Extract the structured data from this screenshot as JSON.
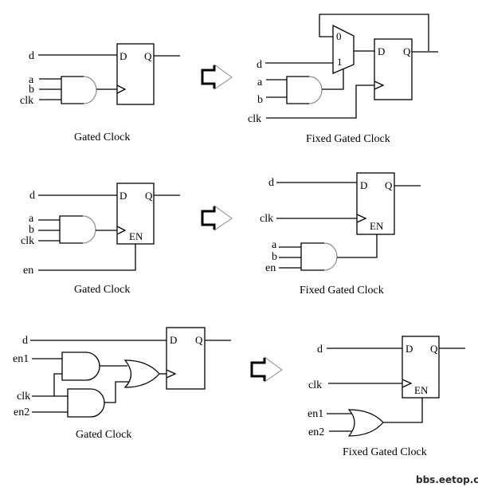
{
  "diagram": {
    "title": "Gated Clock vs Fixed Gated Clock",
    "rows": [
      {
        "left": {
          "caption": "Gated Clock",
          "inputs": [
            "d",
            "a",
            "b",
            "clk"
          ],
          "flop_pins": {
            "d": "D",
            "q": "Q"
          },
          "gates": [
            "AND(a, b, clk) -> clock"
          ]
        },
        "right": {
          "caption": "Fixed Gated Clock",
          "inputs": [
            "d",
            "a",
            "b",
            "clk"
          ],
          "mux_pins": {
            "in0": "0",
            "in1": "1"
          },
          "flop_pins": {
            "d": "D",
            "q": "Q"
          },
          "gates": [
            "AND(a, b) -> mux select",
            "MUX(Q feedback, d) -> D"
          ]
        }
      },
      {
        "left": {
          "caption": "Gated Clock",
          "inputs": [
            "d",
            "a",
            "b",
            "clk",
            "en"
          ],
          "flop_pins": {
            "d": "D",
            "q": "Q",
            "en": "EN"
          },
          "gates": [
            "AND(a, b, clk) -> clock"
          ]
        },
        "right": {
          "caption": "Fixed Gated Clock",
          "inputs": [
            "d",
            "clk",
            "a",
            "b",
            "en"
          ],
          "flop_pins": {
            "d": "D",
            "q": "Q",
            "en": "EN"
          },
          "gates": [
            "AND(a, b, en) -> EN"
          ]
        }
      },
      {
        "left": {
          "caption": "Gated Clock",
          "inputs": [
            "d",
            "en1",
            "clk",
            "en2"
          ],
          "flop_pins": {
            "d": "D",
            "q": "Q"
          },
          "gates": [
            "AND(en1, clk)",
            "AND(clk, en2)",
            "OR -> clock"
          ]
        },
        "right": {
          "caption": "Fixed Gated Clock",
          "inputs": [
            "d",
            "clk",
            "en1",
            "en2"
          ],
          "flop_pins": {
            "d": "D",
            "q": "Q",
            "en": "EN"
          },
          "gates": [
            "OR(en1, en2) -> EN"
          ]
        }
      }
    ],
    "arrow_icon": "right-arrow-icon",
    "watermark": "bbs.eetop.cn"
  }
}
